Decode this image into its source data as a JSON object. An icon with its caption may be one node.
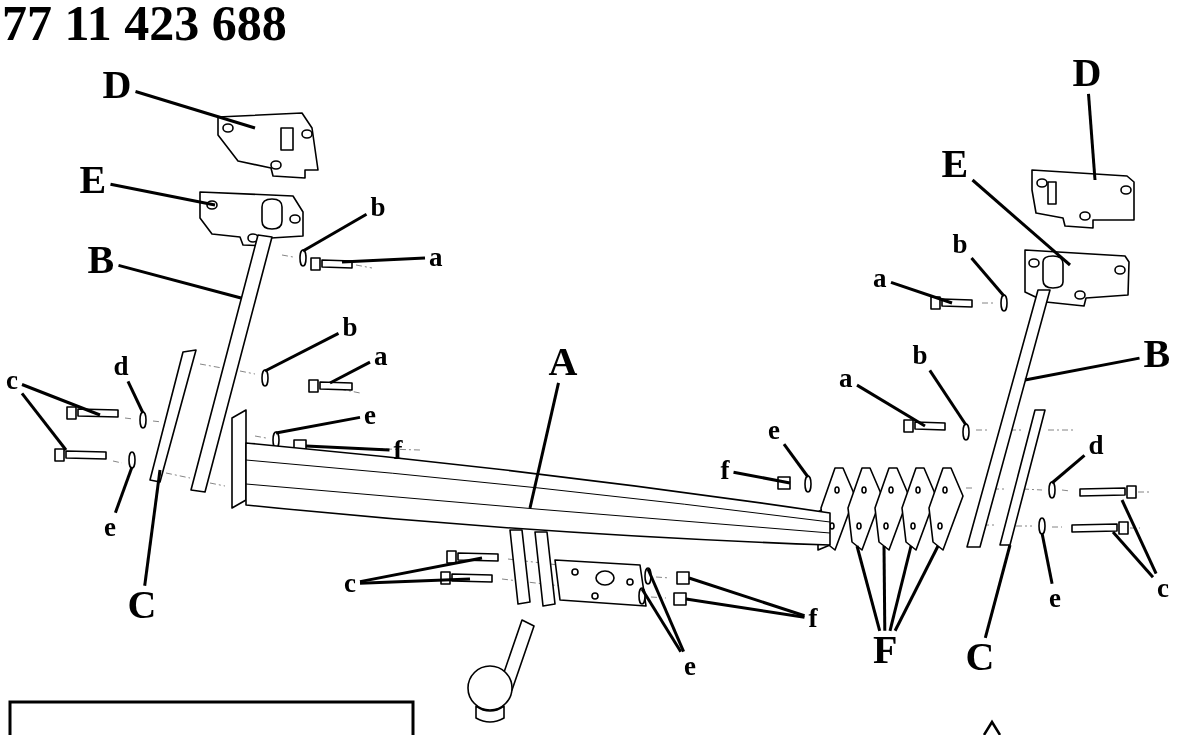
{
  "diagram": {
    "title": "77 11 423 688",
    "nodes": [
      {
        "text": [
          "D"
        ]
      },
      {
        "text": [
          "E"
        ]
      },
      {
        "text": [
          "b"
        ]
      },
      {
        "text": [
          "a"
        ]
      },
      {
        "text": [
          "B"
        ]
      },
      {
        "text": [
          "b"
        ]
      },
      {
        "text": [
          "a"
        ]
      },
      {
        "text": [
          "c"
        ]
      },
      {
        "text": [
          "d"
        ]
      },
      {
        "text": [
          "e"
        ]
      },
      {
        "text": [
          "f"
        ]
      },
      {
        "text": [
          "e"
        ]
      },
      {
        "text": [
          "C"
        ]
      },
      {
        "text": [
          "A"
        ]
      },
      {
        "text": [
          "c"
        ]
      },
      {
        "text": [
          "e"
        ]
      },
      {
        "text": [
          "f"
        ]
      },
      {
        "text": [
          "F"
        ]
      },
      {
        "text": [
          "C"
        ]
      },
      {
        "text": [
          "e"
        ]
      },
      {
        "text": [
          "c"
        ]
      },
      {
        "text": [
          "d"
        ]
      },
      {
        "text": [
          "B"
        ]
      },
      {
        "text": [
          "b"
        ]
      },
      {
        "text": [
          "a"
        ]
      },
      {
        "text": [
          "e"
        ]
      },
      {
        "text": [
          "f"
        ]
      },
      {
        "text": [
          "a"
        ]
      },
      {
        "text": [
          "b"
        ]
      },
      {
        "text": [
          "E"
        ]
      },
      {
        "text": [
          "D"
        ]
      },
      {
        "text": [],
        "shape": "picture"
      },
      {
        "text": [],
        "shape": "picture"
      },
      {
        "text": [],
        "shape": "circle"
      },
      {
        "text": [],
        "shape": "bar"
      },
      {
        "text": [],
        "shape": "bar"
      },
      {
        "text": [],
        "shape": "circle"
      },
      {
        "text": [],
        "shape": "bar"
      },
      {
        "text": [],
        "shape": "bar"
      },
      {
        "text": [],
        "shape": "bar"
      },
      {
        "text": [],
        "shape": "circle"
      },
      {
        "text": [],
        "shape": "circle"
      },
      {
        "text": [],
        "shape": "box"
      },
      {
        "text": [],
        "shape": "circle"
      },
      {
        "text": [],
        "shape": "bar"
      },
      {
        "text": [],
        "shape": "picture"
      },
      {
        "text": [],
        "shape": "bar"
      },
      {
        "text": [],
        "shape": "bar"
      },
      {
        "text": [],
        "shape": "circle"
      },
      {
        "text": [],
        "shape": "circle"
      },
      {
        "text": [],
        "shape": "box"
      },
      {
        "text": [],
        "shape": "box"
      },
      {
        "text": [],
        "shape": "picture"
      },
      {
        "text": [],
        "shape": "picture"
      },
      {
        "text": [],
        "shape": "picture"
      },
      {
        "text": [],
        "shape": "picture"
      },
      {
        "text": [],
        "shape": "bar"
      },
      {
        "text": [],
        "shape": "circle"
      },
      {
        "text": [],
        "shape": "bar"
      },
      {
        "text": [],
        "shape": "bar"
      },
      {
        "text": [],
        "shape": "circle"
      },
      {
        "text": [],
        "shape": "bar"
      },
      {
        "text": [],
        "shape": "circle"
      },
      {
        "text": [],
        "shape": "bar"
      },
      {
        "text": [],
        "shape": "circle"
      },
      {
        "text": [],
        "shape": "box"
      },
      {
        "text": [],
        "shape": "bar"
      },
      {
        "text": [],
        "shape": "circle"
      },
      {
        "text": [],
        "shape": "picture"
      },
      {
        "text": [],
        "shape": "picture"
      }
    ],
    "edges": [
      {
        "from": 0,
        "to": 31,
        "arrow": "none"
      },
      {
        "from": 1,
        "to": 32,
        "arrow": "none"
      },
      {
        "from": 2,
        "to": 33,
        "arrow": "none"
      },
      {
        "from": 3,
        "to": 34,
        "arrow": "none"
      },
      {
        "from": 4,
        "to": 35,
        "arrow": "none"
      },
      {
        "from": 5,
        "to": 36,
        "arrow": "none"
      },
      {
        "from": 6,
        "to": 37,
        "arrow": "none"
      },
      {
        "from": 7,
        "to": 38,
        "arrow": "none"
      },
      {
        "from": 7,
        "to": 39,
        "arrow": "none"
      },
      {
        "from": 8,
        "to": 40,
        "arrow": "none"
      },
      {
        "from": 9,
        "to": 41,
        "arrow": "none"
      },
      {
        "from": 10,
        "to": 42,
        "arrow": "none"
      },
      {
        "from": 11,
        "to": 43,
        "arrow": "none"
      },
      {
        "from": 12,
        "to": 44,
        "arrow": "none"
      },
      {
        "from": 13,
        "to": 45,
        "arrow": "none"
      },
      {
        "from": 14,
        "to": 46,
        "arrow": "none"
      },
      {
        "from": 14,
        "to": 47,
        "arrow": "none"
      },
      {
        "from": 15,
        "to": 48,
        "arrow": "none"
      },
      {
        "from": 15,
        "to": 49,
        "arrow": "none"
      },
      {
        "from": 16,
        "to": 50,
        "arrow": "none"
      },
      {
        "from": 16,
        "to": 51,
        "arrow": "none"
      },
      {
        "from": 17,
        "to": 52,
        "arrow": "none"
      },
      {
        "from": 17,
        "to": 53,
        "arrow": "none"
      },
      {
        "from": 17,
        "to": 54,
        "arrow": "none"
      },
      {
        "from": 17,
        "to": 55,
        "arrow": "none"
      },
      {
        "from": 18,
        "to": 56,
        "arrow": "none"
      },
      {
        "from": 19,
        "to": 57,
        "arrow": "none"
      },
      {
        "from": 20,
        "to": 58,
        "arrow": "none"
      },
      {
        "from": 20,
        "to": 59,
        "arrow": "none"
      },
      {
        "from": 21,
        "to": 60,
        "arrow": "none"
      },
      {
        "from": 22,
        "to": 61,
        "arrow": "none"
      },
      {
        "from": 23,
        "to": 62,
        "arrow": "none"
      },
      {
        "from": 24,
        "to": 63,
        "arrow": "none"
      },
      {
        "from": 25,
        "to": 64,
        "arrow": "none"
      },
      {
        "from": 26,
        "to": 65,
        "arrow": "none"
      },
      {
        "from": 27,
        "to": 66,
        "arrow": "none"
      },
      {
        "from": 28,
        "to": 67,
        "arrow": "none"
      },
      {
        "from": 29,
        "to": 68,
        "arrow": "none"
      },
      {
        "from": 30,
        "to": 69,
        "arrow": "none"
      }
    ]
  }
}
